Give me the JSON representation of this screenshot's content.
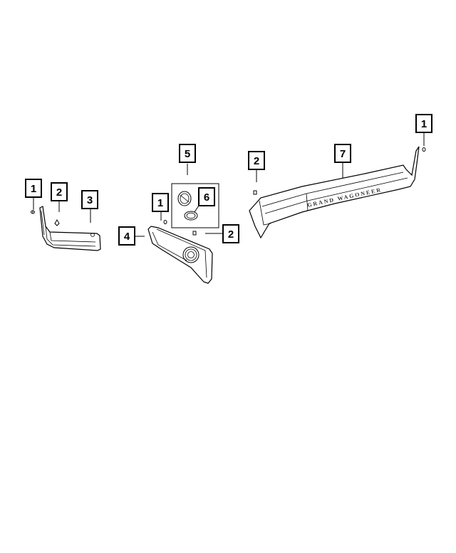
{
  "diagram": {
    "callouts": [
      {
        "id": "c1a",
        "label": "1"
      },
      {
        "id": "c2a",
        "label": "2"
      },
      {
        "id": "c3",
        "label": "3"
      },
      {
        "id": "c5",
        "label": "5"
      },
      {
        "id": "c1b",
        "label": "1"
      },
      {
        "id": "c6",
        "label": "6"
      },
      {
        "id": "c4",
        "label": "4"
      },
      {
        "id": "c2b",
        "label": "2"
      },
      {
        "id": "c2c",
        "label": "2"
      },
      {
        "id": "c7",
        "label": "7"
      },
      {
        "id": "c1c",
        "label": "1"
      }
    ],
    "embossed_text": "GRAND WAGONEER"
  }
}
